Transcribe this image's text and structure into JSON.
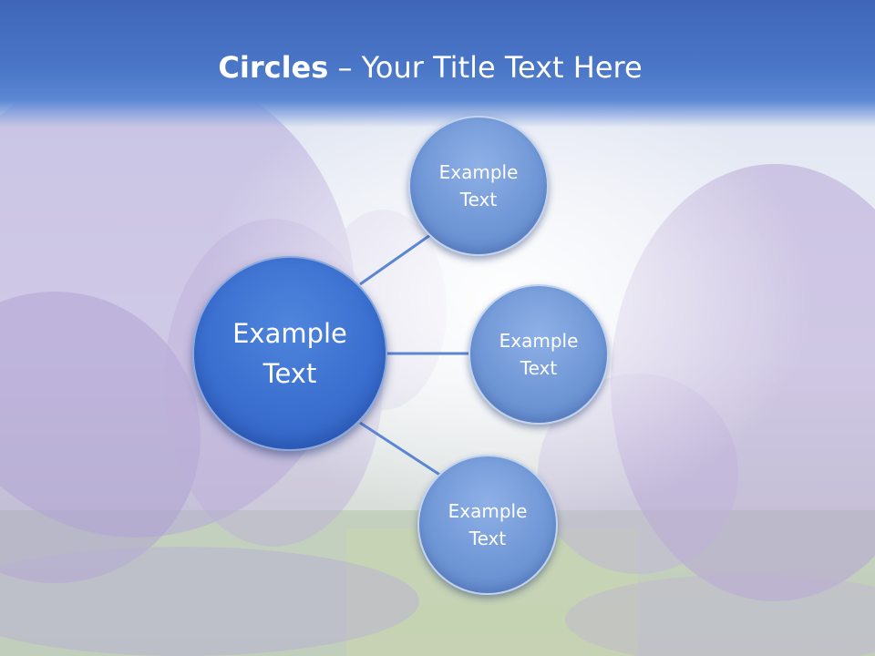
{
  "slide": {
    "title_bold": "Circles",
    "title_rest": " – Your Title Text Here",
    "center": {
      "line1": "Example",
      "line2": "Text"
    },
    "satellites": [
      {
        "line1": "Example",
        "line2": "Text"
      },
      {
        "line1": "Example",
        "line2": "Text"
      },
      {
        "line1": "Example",
        "line2": "Text"
      }
    ]
  },
  "colors": {
    "header": "#4b77c8",
    "center_circle": "#3b6fd0",
    "satellite_circle": "#7097d6",
    "connector": "#5b86d2"
  }
}
